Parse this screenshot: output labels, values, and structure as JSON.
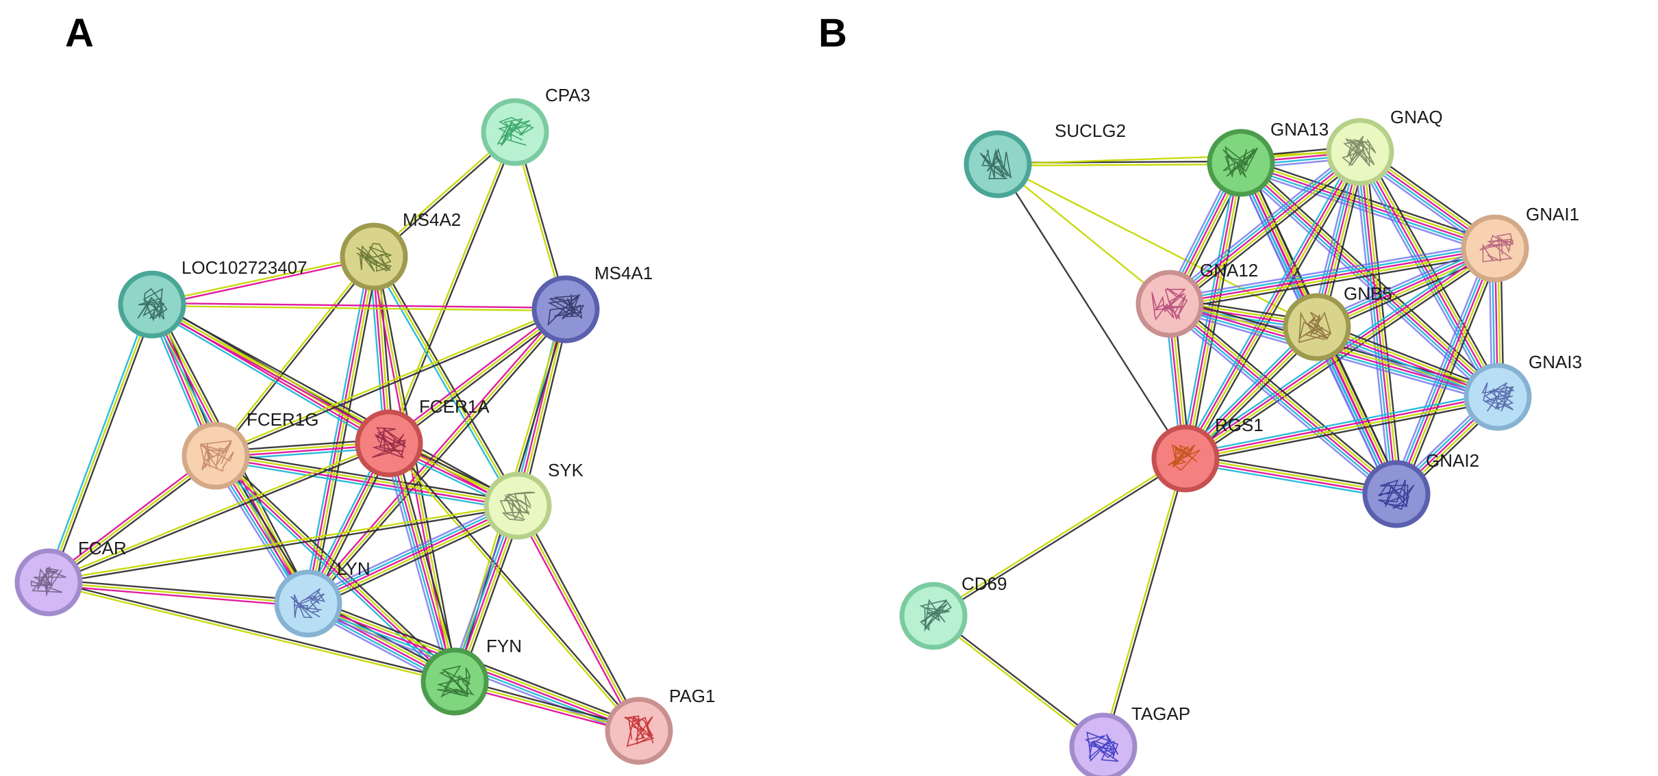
{
  "panels": [
    {
      "id": "A",
      "letter": "A",
      "nodes": [
        {
          "id": "CPA3",
          "label": "CPA3",
          "fill": "#b8f0d2",
          "stroke": "#7acba0",
          "glyph": "#2a9d5c"
        },
        {
          "id": "MS4A2",
          "label": "MS4A2",
          "fill": "#d8d48c",
          "stroke": "#9e9a4e",
          "glyph": "#5a6b2a"
        },
        {
          "id": "MS4A1",
          "label": "MS4A1",
          "fill": "#8f94d6",
          "stroke": "#5a60ad",
          "glyph": "#2d2f5c"
        },
        {
          "id": "LOC102723407",
          "label": "LOC102723407",
          "fill": "#8fd6c8",
          "stroke": "#4aa696",
          "glyph": "#2f5e55"
        },
        {
          "id": "FCER1G",
          "label": "FCER1G",
          "fill": "#f8d2b0",
          "stroke": "#d3a988",
          "glyph": "#c08060"
        },
        {
          "id": "FCER1A",
          "label": "FCER1A",
          "fill": "#f58080",
          "stroke": "#c85050",
          "glyph": "#8a2040"
        },
        {
          "id": "SYK",
          "label": "SYK",
          "fill": "#e8f8c0",
          "stroke": "#b7d08a",
          "glyph": "#6b7b5a"
        },
        {
          "id": "FCAR",
          "label": "FCAR",
          "fill": "#d2b8f5",
          "stroke": "#a28bcd",
          "glyph": "#6a5a7c"
        },
        {
          "id": "LYN",
          "label": "LYN",
          "fill": "#b8def5",
          "stroke": "#86b3d3",
          "glyph": "#4a5aa0"
        },
        {
          "id": "FYN",
          "label": "FYN",
          "fill": "#7fd67f",
          "stroke": "#4c9c4c",
          "glyph": "#2f6b2f"
        },
        {
          "id": "PAG1",
          "label": "PAG1",
          "fill": "#f5c0c0",
          "stroke": "#c99090",
          "glyph": "#c02020"
        }
      ],
      "edges": [
        {
          "from": "CPA3",
          "to": "MS4A2",
          "types": [
            "dark",
            "lime"
          ]
        },
        {
          "from": "CPA3",
          "to": "MS4A1",
          "types": [
            "dark",
            "lime"
          ]
        },
        {
          "from": "CPA3",
          "to": "FCER1A",
          "types": [
            "dark",
            "lime"
          ]
        },
        {
          "from": "MS4A2",
          "to": "LOC102723407",
          "types": [
            "magenta",
            "lime"
          ]
        },
        {
          "from": "MS4A2",
          "to": "FCER1G",
          "types": [
            "dark",
            "lime"
          ]
        },
        {
          "from": "MS4A2",
          "to": "FCER1A",
          "types": [
            "dark",
            "lime",
            "magenta",
            "cyan"
          ]
        },
        {
          "from": "MS4A2",
          "to": "SYK",
          "types": [
            "dark",
            "lime",
            "cyan"
          ]
        },
        {
          "from": "MS4A2",
          "to": "LYN",
          "types": [
            "dark",
            "lime",
            "magenta",
            "cyan"
          ]
        },
        {
          "from": "MS4A2",
          "to": "FYN",
          "types": [
            "dark",
            "lime",
            "magenta"
          ]
        },
        {
          "from": "LOC102723407",
          "to": "MS4A1",
          "types": [
            "magenta",
            "lime"
          ]
        },
        {
          "from": "LOC102723407",
          "to": "FCER1G",
          "types": [
            "dark",
            "lime",
            "magenta",
            "cyan"
          ]
        },
        {
          "from": "LOC102723407",
          "to": "FCER1A",
          "types": [
            "dark",
            "lime",
            "magenta",
            "cyan"
          ]
        },
        {
          "from": "LOC102723407",
          "to": "FCAR",
          "types": [
            "dark",
            "lime",
            "cyan"
          ]
        },
        {
          "from": "LOC102723407",
          "to": "SYK",
          "types": [
            "dark",
            "lime",
            "magenta"
          ]
        },
        {
          "from": "LOC102723407",
          "to": "LYN",
          "types": [
            "dark",
            "lime",
            "magenta",
            "cyan"
          ]
        },
        {
          "from": "MS4A1",
          "to": "FCER1G",
          "types": [
            "dark",
            "lime"
          ]
        },
        {
          "from": "MS4A1",
          "to": "FCER1A",
          "types": [
            "dark",
            "lime",
            "magenta"
          ]
        },
        {
          "from": "MS4A1",
          "to": "SYK",
          "types": [
            "dark",
            "lime",
            "magenta",
            "cyan"
          ]
        },
        {
          "from": "MS4A1",
          "to": "LYN",
          "types": [
            "dark",
            "lime",
            "magenta"
          ]
        },
        {
          "from": "MS4A1",
          "to": "FYN",
          "types": [
            "dark",
            "lime"
          ]
        },
        {
          "from": "FCER1G",
          "to": "FCER1A",
          "types": [
            "dark",
            "lime",
            "magenta",
            "cyan"
          ]
        },
        {
          "from": "FCER1G",
          "to": "SYK",
          "types": [
            "dark",
            "lime",
            "magenta",
            "cyan"
          ]
        },
        {
          "from": "FCER1G",
          "to": "FCAR",
          "types": [
            "dark",
            "lime",
            "magenta"
          ]
        },
        {
          "from": "FCER1G",
          "to": "LYN",
          "types": [
            "dark",
            "lime",
            "magenta",
            "cyan",
            "blue"
          ]
        },
        {
          "from": "FCER1G",
          "to": "FYN",
          "types": [
            "dark",
            "lime",
            "magenta",
            "cyan"
          ]
        },
        {
          "from": "FCER1A",
          "to": "SYK",
          "types": [
            "dark",
            "lime",
            "magenta",
            "cyan"
          ]
        },
        {
          "from": "FCER1A",
          "to": "FCAR",
          "types": [
            "dark",
            "lime"
          ]
        },
        {
          "from": "FCER1A",
          "to": "LYN",
          "types": [
            "dark",
            "lime",
            "magenta",
            "cyan"
          ]
        },
        {
          "from": "FCER1A",
          "to": "FYN",
          "types": [
            "dark",
            "lime",
            "magenta",
            "cyan",
            "blue"
          ]
        },
        {
          "from": "FCER1A",
          "to": "PAG1",
          "types": [
            "dark",
            "lime"
          ]
        },
        {
          "from": "SYK",
          "to": "FCAR",
          "types": [
            "dark",
            "lime"
          ]
        },
        {
          "from": "SYK",
          "to": "LYN",
          "types": [
            "dark",
            "lime",
            "magenta",
            "cyan",
            "blue"
          ]
        },
        {
          "from": "SYK",
          "to": "FYN",
          "types": [
            "dark",
            "lime",
            "magenta",
            "cyan",
            "blue"
          ]
        },
        {
          "from": "SYK",
          "to": "PAG1",
          "types": [
            "dark",
            "lime",
            "magenta"
          ]
        },
        {
          "from": "FCAR",
          "to": "LYN",
          "types": [
            "dark",
            "lime",
            "magenta"
          ]
        },
        {
          "from": "FCAR",
          "to": "FYN",
          "types": [
            "dark",
            "lime"
          ]
        },
        {
          "from": "LYN",
          "to": "FYN",
          "types": [
            "dark",
            "lime",
            "magenta",
            "cyan",
            "blue"
          ]
        },
        {
          "from": "LYN",
          "to": "PAG1",
          "types": [
            "dark",
            "lime",
            "magenta",
            "cyan",
            "blue"
          ]
        },
        {
          "from": "FYN",
          "to": "PAG1",
          "types": [
            "dark",
            "lime",
            "magenta"
          ]
        }
      ]
    },
    {
      "id": "B",
      "letter": "B",
      "nodes": [
        {
          "id": "SUCLG2",
          "label": "SUCLG2",
          "fill": "#8fd6c8",
          "stroke": "#4aa696",
          "glyph": "#2f5e55"
        },
        {
          "id": "GNA13",
          "label": "GNA13",
          "fill": "#7fd67f",
          "stroke": "#4c9c4c",
          "glyph": "#2f6b2f"
        },
        {
          "id": "GNAQ",
          "label": "GNAQ",
          "fill": "#e8f8c0",
          "stroke": "#b7d08a",
          "glyph": "#6b7b5a"
        },
        {
          "id": "GNAI1",
          "label": "GNAI1",
          "fill": "#f8d2b0",
          "stroke": "#d3a988",
          "glyph": "#b05a7a"
        },
        {
          "id": "GNA12",
          "label": "GNA12",
          "fill": "#f5c0c0",
          "stroke": "#c99090",
          "glyph": "#b04070"
        },
        {
          "id": "GNB5",
          "label": "GNB5",
          "fill": "#d8d48c",
          "stroke": "#9e9a4e",
          "glyph": "#8a6a3a"
        },
        {
          "id": "GNAI3",
          "label": "GNAI3",
          "fill": "#b8def5",
          "stroke": "#86b3d3",
          "glyph": "#4a5aa0"
        },
        {
          "id": "RGS1",
          "label": "RGS1",
          "fill": "#f58080",
          "stroke": "#c85050",
          "glyph": "#c05010"
        },
        {
          "id": "GNAI2",
          "label": "GNAI2",
          "fill": "#8f94d6",
          "stroke": "#5a60ad",
          "glyph": "#2d2f8c"
        },
        {
          "id": "CD69",
          "label": "CD69",
          "fill": "#b8f0d2",
          "stroke": "#7acba0",
          "glyph": "#3a6a5a"
        },
        {
          "id": "TAGAP",
          "label": "TAGAP",
          "fill": "#d2b8f5",
          "stroke": "#a28bcd",
          "glyph": "#3030c0"
        }
      ],
      "edges": [
        {
          "from": "SUCLG2",
          "to": "GNA13",
          "types": [
            "dark",
            "lime"
          ]
        },
        {
          "from": "SUCLG2",
          "to": "GNAQ",
          "types": [
            "lime"
          ]
        },
        {
          "from": "SUCLG2",
          "to": "GNA12",
          "types": [
            "lime"
          ]
        },
        {
          "from": "SUCLG2",
          "to": "GNB5",
          "types": [
            "lime"
          ]
        },
        {
          "from": "SUCLG2",
          "to": "RGS1",
          "types": [
            "dark"
          ]
        },
        {
          "from": "GNA13",
          "to": "GNAQ",
          "types": [
            "dark",
            "lime",
            "magenta",
            "cyan",
            "blue"
          ]
        },
        {
          "from": "GNA13",
          "to": "GNAI1",
          "types": [
            "dark",
            "lime",
            "magenta",
            "cyan",
            "blue"
          ]
        },
        {
          "from": "GNA13",
          "to": "GNA12",
          "types": [
            "dark",
            "lime",
            "magenta",
            "cyan",
            "blue"
          ]
        },
        {
          "from": "GNA13",
          "to": "GNB5",
          "types": [
            "dark",
            "lime",
            "magenta",
            "cyan",
            "blue"
          ]
        },
        {
          "from": "GNA13",
          "to": "GNAI3",
          "types": [
            "dark",
            "lime",
            "magenta",
            "cyan",
            "blue"
          ]
        },
        {
          "from": "GNA13",
          "to": "RGS1",
          "types": [
            "dark",
            "lime",
            "magenta",
            "cyan"
          ]
        },
        {
          "from": "GNA13",
          "to": "GNAI2",
          "types": [
            "dark",
            "lime",
            "magenta",
            "cyan",
            "blue"
          ]
        },
        {
          "from": "GNAQ",
          "to": "GNAI1",
          "types": [
            "dark",
            "lime",
            "magenta",
            "cyan",
            "blue"
          ]
        },
        {
          "from": "GNAQ",
          "to": "GNA12",
          "types": [
            "dark",
            "lime",
            "magenta",
            "cyan",
            "blue"
          ]
        },
        {
          "from": "GNAQ",
          "to": "GNB5",
          "types": [
            "dark",
            "lime",
            "magenta",
            "cyan",
            "blue"
          ]
        },
        {
          "from": "GNAQ",
          "to": "GNAI3",
          "types": [
            "dark",
            "lime",
            "magenta",
            "cyan",
            "blue"
          ]
        },
        {
          "from": "GNAQ",
          "to": "RGS1",
          "types": [
            "dark",
            "lime",
            "magenta",
            "cyan"
          ]
        },
        {
          "from": "GNAQ",
          "to": "GNAI2",
          "types": [
            "dark",
            "lime",
            "magenta",
            "cyan",
            "blue"
          ]
        },
        {
          "from": "GNAI1",
          "to": "GNA12",
          "types": [
            "dark",
            "lime",
            "magenta",
            "cyan",
            "blue"
          ]
        },
        {
          "from": "GNAI1",
          "to": "GNB5",
          "types": [
            "dark",
            "lime",
            "magenta",
            "cyan",
            "blue"
          ]
        },
        {
          "from": "GNAI1",
          "to": "GNAI3",
          "types": [
            "dark",
            "lime",
            "magenta",
            "cyan",
            "blue"
          ]
        },
        {
          "from": "GNAI1",
          "to": "RGS1",
          "types": [
            "dark",
            "lime",
            "magenta",
            "cyan"
          ]
        },
        {
          "from": "GNAI1",
          "to": "GNAI2",
          "types": [
            "dark",
            "lime",
            "magenta",
            "cyan",
            "blue"
          ]
        },
        {
          "from": "GNA12",
          "to": "GNB5",
          "types": [
            "dark",
            "lime",
            "magenta",
            "cyan",
            "blue"
          ]
        },
        {
          "from": "GNA12",
          "to": "GNAI3",
          "types": [
            "dark",
            "lime",
            "magenta",
            "cyan",
            "blue"
          ]
        },
        {
          "from": "GNA12",
          "to": "RGS1",
          "types": [
            "dark",
            "lime",
            "magenta",
            "cyan"
          ]
        },
        {
          "from": "GNA12",
          "to": "GNAI2",
          "types": [
            "dark",
            "lime",
            "magenta",
            "cyan",
            "blue"
          ]
        },
        {
          "from": "GNB5",
          "to": "GNAI3",
          "types": [
            "dark",
            "lime",
            "magenta",
            "cyan",
            "blue"
          ]
        },
        {
          "from": "GNB5",
          "to": "RGS1",
          "types": [
            "dark",
            "lime",
            "magenta",
            "cyan"
          ]
        },
        {
          "from": "GNB5",
          "to": "GNAI2",
          "types": [
            "dark",
            "lime",
            "magenta",
            "cyan",
            "blue"
          ]
        },
        {
          "from": "GNAI3",
          "to": "RGS1",
          "types": [
            "dark",
            "lime",
            "magenta",
            "cyan"
          ]
        },
        {
          "from": "GNAI3",
          "to": "GNAI2",
          "types": [
            "dark",
            "lime",
            "magenta",
            "cyan",
            "blue"
          ]
        },
        {
          "from": "RGS1",
          "to": "GNAI2",
          "types": [
            "dark",
            "lime",
            "magenta",
            "cyan"
          ]
        },
        {
          "from": "RGS1",
          "to": "CD69",
          "types": [
            "dark",
            "lime"
          ]
        },
        {
          "from": "RGS1",
          "to": "TAGAP",
          "types": [
            "dark",
            "lime"
          ]
        },
        {
          "from": "CD69",
          "to": "TAGAP",
          "types": [
            "dark",
            "lime"
          ]
        }
      ]
    }
  ],
  "edge_colors": {
    "dark": "#333333",
    "lime": "#c6d800",
    "magenta": "#e0109a",
    "cyan": "#20b8d8",
    "blue": "#6a6af0"
  }
}
